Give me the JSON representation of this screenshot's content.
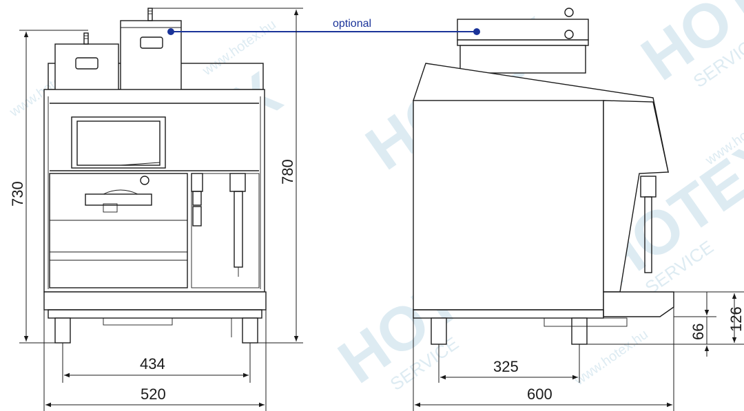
{
  "optional_label": "optional",
  "watermark": {
    "brand": "HOTEX",
    "sub": "SERVICE",
    "url": "www.hotex.hu"
  },
  "dimensions": {
    "front_height_total": "730",
    "front_height_top": "780",
    "front_foot_span": "434",
    "front_width": "520",
    "side_foot_span": "325",
    "side_depth": "600",
    "drip_height": "66",
    "counter_height": "126"
  },
  "colors": {
    "line": "#1a1a1a",
    "optional_marker": "#1a3399",
    "watermark": "#9fc7dc"
  }
}
